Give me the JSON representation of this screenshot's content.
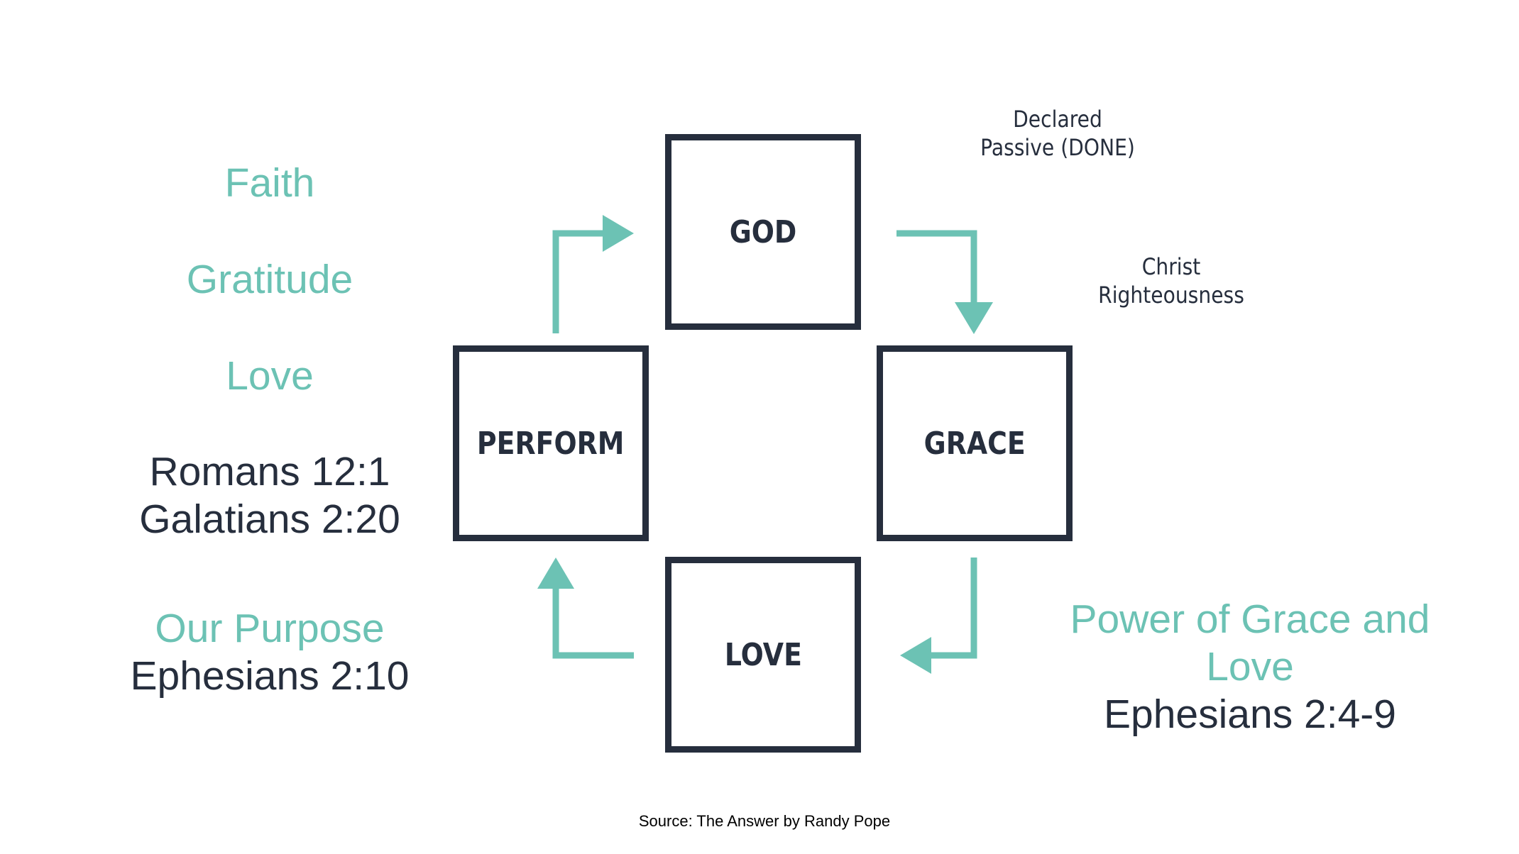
{
  "left_column": {
    "faith": "Faith",
    "gratitude": "Gratitude",
    "love": "Love",
    "ref_romans": "Romans 12:1",
    "ref_galatians": "Galatians 2:20",
    "purpose": "Our Purpose",
    "ref_ephesians": "Ephesians 2:10"
  },
  "boxes": {
    "god": "GOD",
    "perform": "PERFORM",
    "grace": "GRACE",
    "love": "LOVE"
  },
  "notes": {
    "declared_line1": "Declared",
    "declared_line2": "Passive (DONE)",
    "christ_line1": "Christ",
    "christ_line2": "Righteousness"
  },
  "right_block": {
    "power_line1": "Power of Grace and",
    "power_line2": "Love",
    "ref": "Ephesians 2:4-9"
  },
  "source": "Source: The Answer by Randy Pope",
  "colors": {
    "accent_teal": "#6cc2b4",
    "navy": "#262e3d"
  },
  "icons": {
    "arrow_perform_to_god": "arrow-up-right-icon",
    "arrow_god_to_grace": "arrow-right-down-icon",
    "arrow_grace_to_love": "arrow-down-left-icon",
    "arrow_love_to_perform": "arrow-left-up-icon"
  }
}
